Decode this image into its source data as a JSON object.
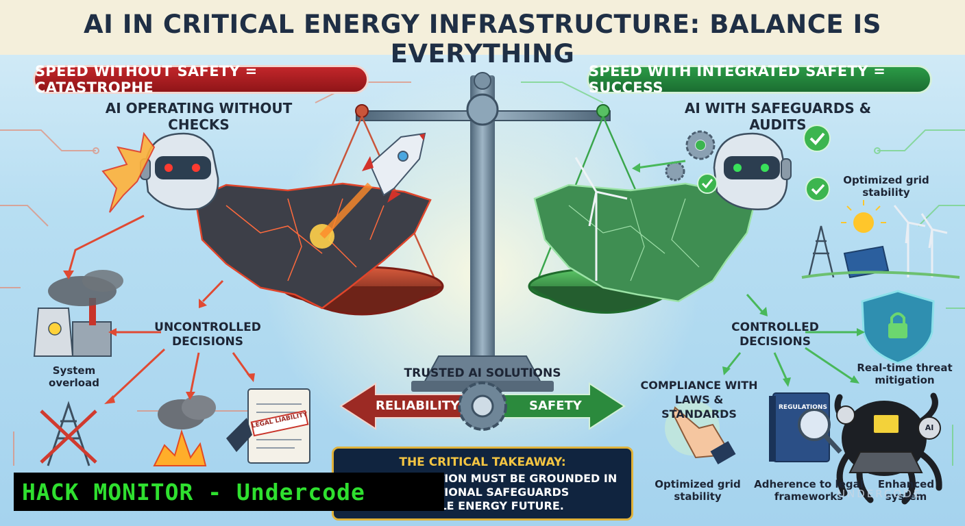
{
  "title": "AI IN CRITICAL ENERGY INFRASTRUCTURE: BALANCE IS EVERYTHING",
  "left": {
    "pill": "SPEED WITHOUT SAFETY = CATASTROPHE",
    "subhead": "AI OPERATING WITHOUT CHECKS",
    "decisions": "UNCONTROLLED\nDECISIONS",
    "system_overload": "System overload",
    "legal_liability": "LEGAL LIABILITY"
  },
  "right": {
    "pill": "SPEED WITH INTEGRATED SAFETY = SUCCESS",
    "subhead": "AI WITH SAFEGUARDS & AUDITS",
    "grid_top": "Optimized grid\nstability",
    "decisions": "CONTROLLED\nDECISIONS",
    "threat": "Real-time threat\nmitigation",
    "compliance": "COMPLIANCE WITH\nLAWS & STANDARDS",
    "grid_bottom": "Optimized grid\nstability",
    "legal": "Adherence to legal\nframeworks",
    "enhanced": "Enhanced system",
    "regulations": "REGULATIONS",
    "ai_tag": "AI"
  },
  "center": {
    "trusted": "TRUSTED AI SOLUTIONS",
    "reliability": "RELIABILITY",
    "safety": "SAFETY"
  },
  "takeaway": {
    "title": "THE CRITICAL TAKEAWAY:",
    "line1": "RAPID INNOVATION MUST BE GROUNDED IN",
    "line2": "OPERATIONAL SAFEGUARDS",
    "line3": "AINABLE ENERGY FUTURE."
  },
  "banner": "HACK MONITOR - Undercode",
  "watermark": "UNDERCODE",
  "colors": {
    "danger": "#b51f24",
    "success": "#25883c",
    "title": "#1f2f45",
    "banner_text": "#2fe02f"
  }
}
